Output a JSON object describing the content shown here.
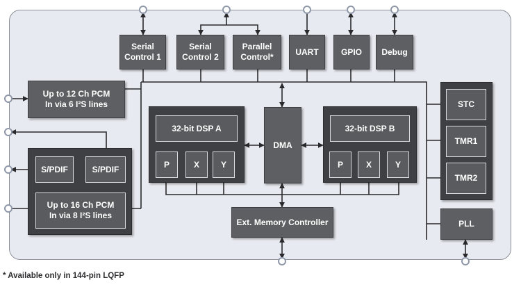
{
  "blocks": {
    "serial_control_1": "Serial\nControl 1",
    "serial_control_2": "Serial\nControl 2",
    "parallel_control": "Parallel\nControl*",
    "uart": "UART",
    "gpio": "GPIO",
    "debug": "Debug",
    "pcm_in_12": "Up to 12 Ch PCM\nIn via 6 I²S lines",
    "spdif_left": "S/PDIF",
    "spdif_right": "S/PDIF",
    "pcm_in_16": "Up to 16 Ch PCM\nIn via 8 I²S lines",
    "dsp_a": "32-bit DSP A",
    "dsp_a_p": "P",
    "dsp_a_x": "X",
    "dsp_a_y": "Y",
    "dma": "DMA",
    "dsp_b": "32-bit DSP B",
    "dsp_b_p": "P",
    "dsp_b_x": "X",
    "dsp_b_y": "Y",
    "stc": "STC",
    "tmr1": "TMR1",
    "tmr2": "TMR2",
    "pll": "PLL",
    "ext_memory": "Ext. Memory Controller"
  },
  "footnote": "* Available only in 144-pin LQFP",
  "colors": {
    "chip_background": "#e8eaf1",
    "block_fill": "#5e5f62",
    "dark_block_fill": "#3f4043",
    "line": "#2a2a2c",
    "pin": "#8f98a8"
  }
}
